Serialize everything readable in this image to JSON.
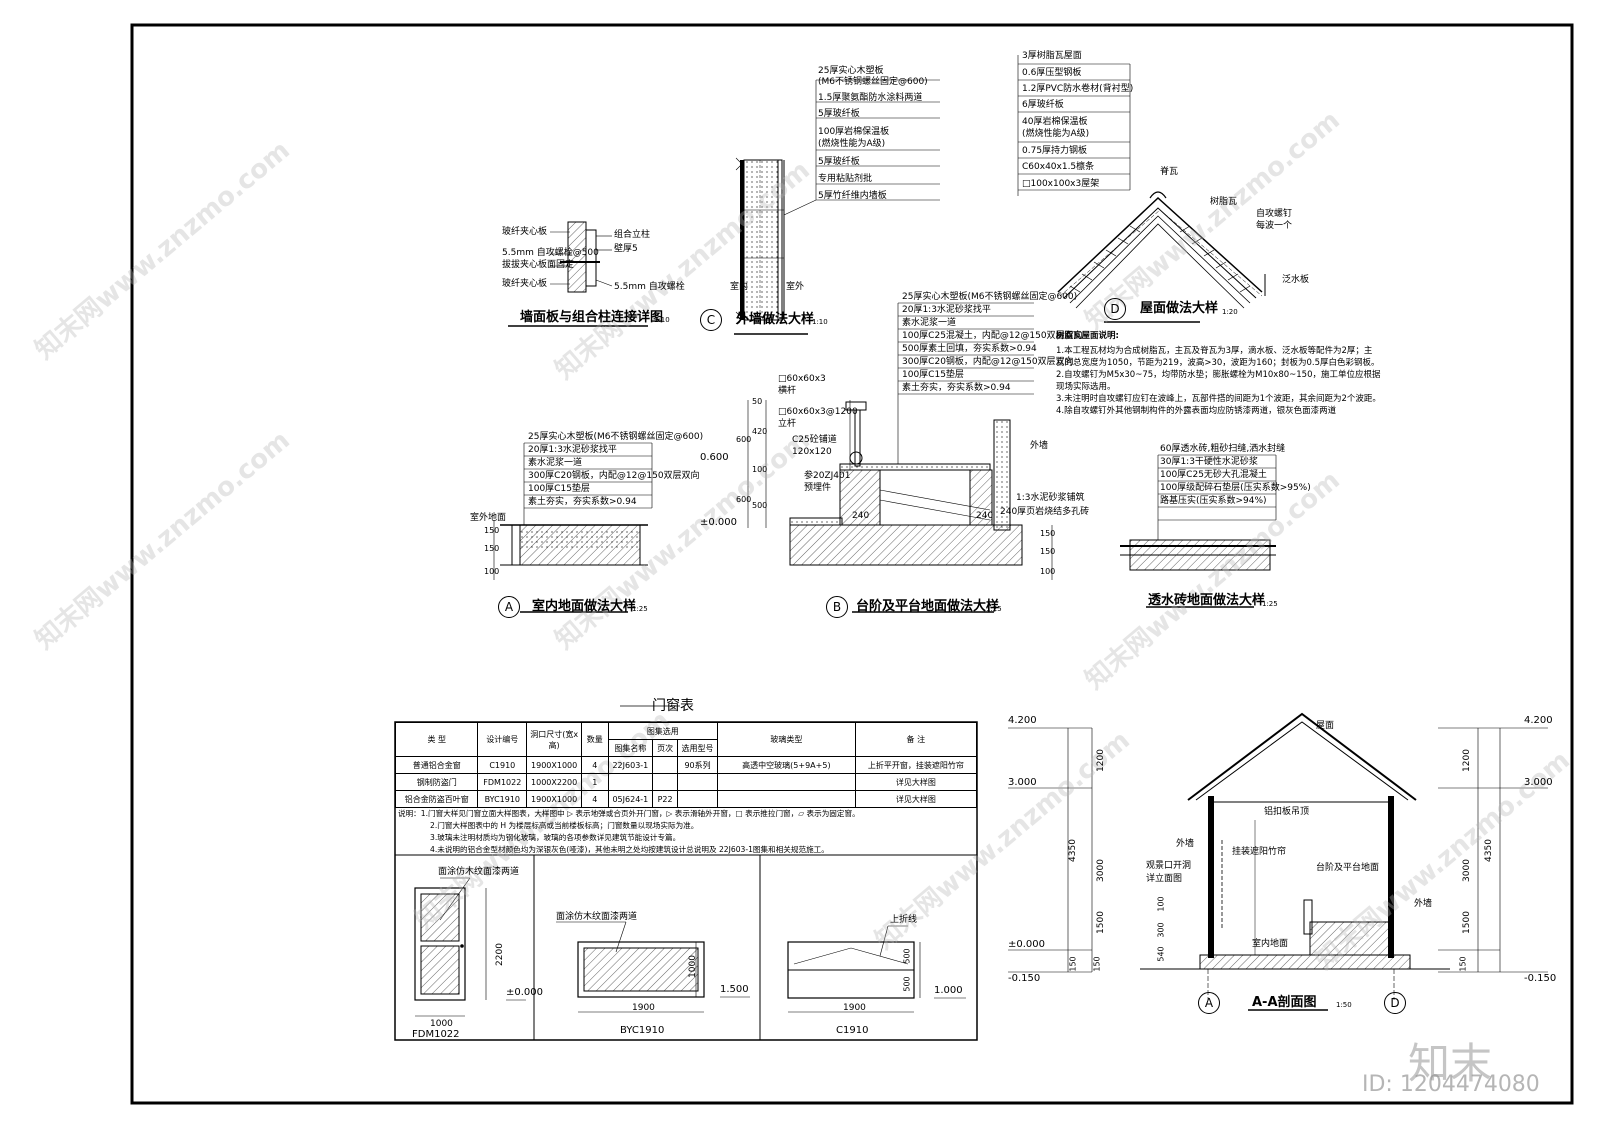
{
  "sheet": {
    "watermark": "知末网www.znzmo.com",
    "brand": "知末",
    "id_label": "ID: 1204474080"
  },
  "detail_wall": {
    "title": "墙面板与组合柱连接详图",
    "scale": "1:10",
    "labels": [
      "玻纤夹心板",
      "5.5mm 自攻螺栓@500",
      "拔拔夹心板面固定",
      "玻纤夹心板",
      "组合立柱",
      "壁厚5",
      "5.5mm 自攻螺栓"
    ]
  },
  "detail_c": {
    "mark": "C",
    "title": "外墙做法大样",
    "scale": "1:10",
    "layers": [
      "25厚实心木塑板",
      "(M6不锈钢螺丝固定@600)",
      "1.5厚聚氨酯防水涂料两道",
      "5厚玻纤板",
      "100厚岩棉保温板",
      "(燃烧性能为A级)",
      "5厚玻纤板",
      "专用粘贴剂批",
      "5厚竹纤维内墙板"
    ],
    "inner": "室内",
    "outer": "室外"
  },
  "detail_d": {
    "mark": "D",
    "title": "屋面做法大样",
    "scale": "1:20",
    "layers": [
      "3厚树脂瓦屋面",
      "0.6厚压型钢板",
      "1.2厚PVC防水卷材(背衬型)",
      "6厚玻纤板",
      "40厚岩棉保温板",
      "(燃烧性能为A级)",
      "0.75厚持力钢板",
      "C60x40x1.5檩条",
      "□100x100x3屋架"
    ],
    "labels": [
      "脊瓦",
      "树脂瓦",
      "自攻螺钉",
      "每波一个",
      "泛水板"
    ]
  },
  "roof_notes": {
    "title": "树脂瓦屋面说明:",
    "lines": [
      "1.本工程瓦材均为合成树脂瓦，主瓦及脊瓦为3厚，滴水板、泛水板等配件为2厚；主",
      "  瓦的总宽度为1050，节距为219，波高>30，波距为160；封板为0.5厚白色彩钢板。",
      "2.自攻螺钉为M5x30~75，均带防水垫；膨胀螺栓为M10x80~150，施工单位应根据",
      "  现场实际选用。",
      "3.未注明时自攻螺钉应钉在波峰上，瓦部件搭的间距为1个波距，其余间距为2个波距。",
      "4.除自攻螺钉外其他钢制构件的外露表面均应防锈漆两道，银灰色面漆两道"
    ]
  },
  "detail_a": {
    "mark": "A",
    "title": "室内地面做法大样",
    "scale": "1:25",
    "layers": [
      "25厚实心木塑板(M6不锈钢螺丝固定@600)",
      "20厚1:3水泥砂浆找平",
      "素水泥浆一道",
      "300厚C20钢板，内配@12@150双层双向",
      "100厚C15垫层",
      "素土夯实，夯实系数>0.94"
    ],
    "outdoor": "室外地面",
    "dims": [
      "150",
      "150",
      "100"
    ]
  },
  "detail_b": {
    "mark": "B",
    "title": "台阶及平台地面做法大样",
    "scale": "1:25",
    "layers": [
      "25厚实心木塑板(M6不锈钢螺丝固定@600)",
      "20厚1:3水泥砂浆找平",
      "素水泥浆一道",
      "100厚C25混凝土，内配@12@150双层双向",
      "500厚素土回填，夯实系数>0.94",
      "300厚C20钢板，内配@12@150双层双向",
      "100厚C15垫层",
      "素土夯实，夯实系数>0.94"
    ],
    "labels": [
      "□60x60x3",
      "横杆",
      "□60x60x3@1200",
      "立杆",
      "C25砼铺道",
      "120x120",
      "参20ZJ401",
      "预埋件",
      "外墙",
      "1:3水泥砂浆铺筑",
      "240厚页岩烧结多孔砖"
    ],
    "dims": [
      "50",
      "420",
      "600",
      "100",
      "500",
      "600",
      "240",
      "240",
      "150",
      "150",
      "100"
    ],
    "elev_hi": "0.600",
    "elev_lo": "±0.000"
  },
  "detail_perm": {
    "title": "透水砖地面做法大样",
    "scale": "1:25",
    "layers": [
      "60厚透水砖,粗砂扫缝,洒水封缝",
      "30厚1:3干硬性水泥砂浆",
      "100厚C25无砂大孔混凝土",
      "100厚级配碎石垫层(压实系数>95%)",
      "路基压实(压实系数>94%)"
    ]
  },
  "door_table": {
    "title": "门窗表",
    "header_row1": [
      "类 型",
      "设计编号",
      "洞口尺寸(宽x高)",
      "数量",
      "图集选用",
      "玻璃类型",
      "备 注"
    ],
    "header_row2": [
      "图集名称",
      "页次",
      "选用型号"
    ],
    "rows": [
      [
        "普通铝合金窗",
        "C1910",
        "1900X1000",
        "4",
        "22J603-1",
        "",
        "90系列",
        "高透中空玻璃(5+9A+5)",
        "上折平开窗，挂装遮阳竹帘"
      ],
      [
        "钢制防盗门",
        "FDM1022",
        "1000X2200",
        "1",
        "",
        "",
        "",
        "",
        "详见大样图"
      ],
      [
        "铝合金防盗百叶窗",
        "BYC1910",
        "1900X1000",
        "4",
        "05J624-1",
        "P22",
        "",
        "",
        "详见大样图"
      ]
    ],
    "notes": [
      "说明：1.门窗大样见门窗立面大样图表，大样图中 ▷ 表示地弹或合页外开门窗，▷ 表示滑轴外开窗，□ 表示推拉门窗，▱ 表示为固定窗。",
      "2.门窗大样图表中的 H 为楼层标高或当前楼板标高；门窗数量以现场实际为准。",
      "3.玻璃未注明材质均为钢化玻璃，玻璃的各项参数详见建筑节能设计专篇。",
      "4.未说明的铝合金型材颜色均为深银灰色(哑漆)，其他未明之处均按建筑设计总说明及 22J603-1图集和相关规范施工。"
    ],
    "elev_notes": {
      "fdm_note": "面涂仿木纹面漆两道",
      "byc_note": "面涂仿木纹面漆两道",
      "c_note": "上折线"
    },
    "elevations": [
      {
        "code": "FDM1022",
        "w": "1000",
        "h": "2200",
        "elev": "±0.000"
      },
      {
        "code": "BYC1910",
        "w": "1900",
        "h": "1000",
        "elev": "1.500"
      },
      {
        "code": "C1910",
        "w": "1900",
        "h1": "500",
        "h2": "500",
        "elev": "1.000"
      }
    ]
  },
  "section": {
    "title": "A-A剖面图",
    "scale": "1:50",
    "axis_a": "A",
    "axis_d": "D",
    "labels": [
      "屋面",
      "铝扣板吊顶",
      "外墙",
      "挂装遮阳竹帘",
      "台阶及平台地面",
      "外墙",
      "观景口开洞",
      "详立面图",
      "室内地面"
    ],
    "elev": [
      "4.200",
      "3.000",
      "±0.000",
      "-0.150"
    ],
    "dims_left": [
      "1200",
      "3000",
      "1500",
      "150",
      "4350",
      "150"
    ],
    "dims_inner": [
      "100",
      "300",
      "540"
    ]
  }
}
